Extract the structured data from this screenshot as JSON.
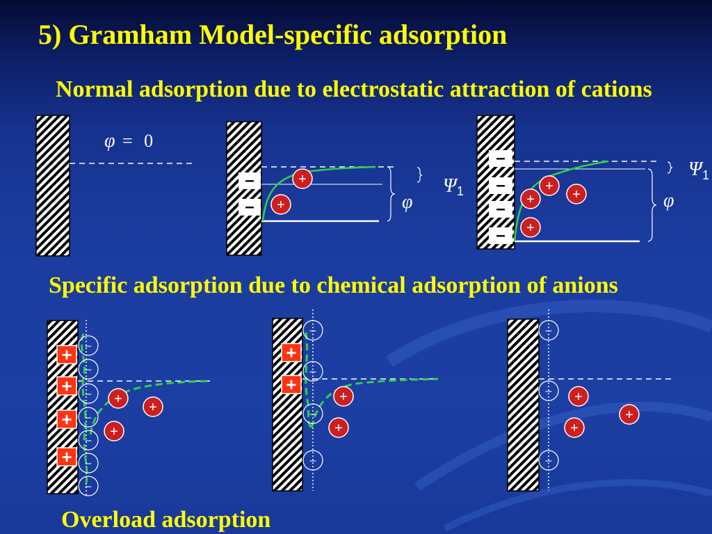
{
  "title": "5) Gramham Model-specific adsorption",
  "headings": {
    "normal": "Normal adsorption due to electrostatic attraction of cations",
    "specific": "Specific adsorption due to chemical adsorption of anions",
    "overload": "Overload adsorption"
  },
  "labels": {
    "phi": "φ",
    "equals_zero": "= 0",
    "psi": "Ψ",
    "psi_subscript": "1",
    "plus": "+",
    "minus": "–"
  },
  "colors": {
    "heading": "#ffff00",
    "cation_fill": "#cc1f1f",
    "surface_charge_fill": "#ff3311",
    "potential_curve": "#2fd24a"
  }
}
